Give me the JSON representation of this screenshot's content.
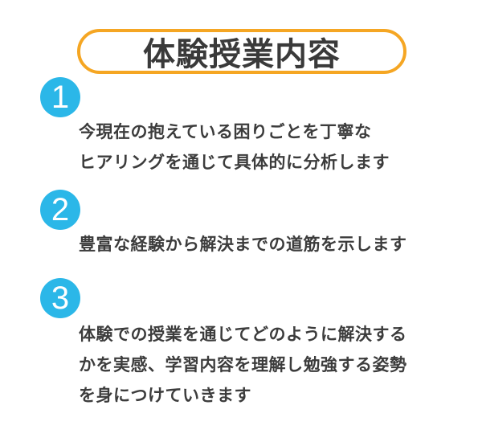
{
  "title": "体験授業内容",
  "items": [
    {
      "number": "1",
      "lines": [
        "今現在の抱えている困りごとを丁寧な",
        "ヒアリングを通じて具体的に分析します"
      ]
    },
    {
      "number": "2",
      "lines": [
        "豊富な経験から解決までの道筋を示します"
      ]
    },
    {
      "number": "3",
      "lines": [
        "体験での授業を通じてどのように解決する",
        "かを実感、学習内容を理解し勉強する姿勢",
        "を身につけていきます"
      ]
    }
  ],
  "colors": {
    "accent_orange": "#f5a623",
    "badge_blue": "#2bb7e8",
    "text": "#3c3c3c"
  }
}
